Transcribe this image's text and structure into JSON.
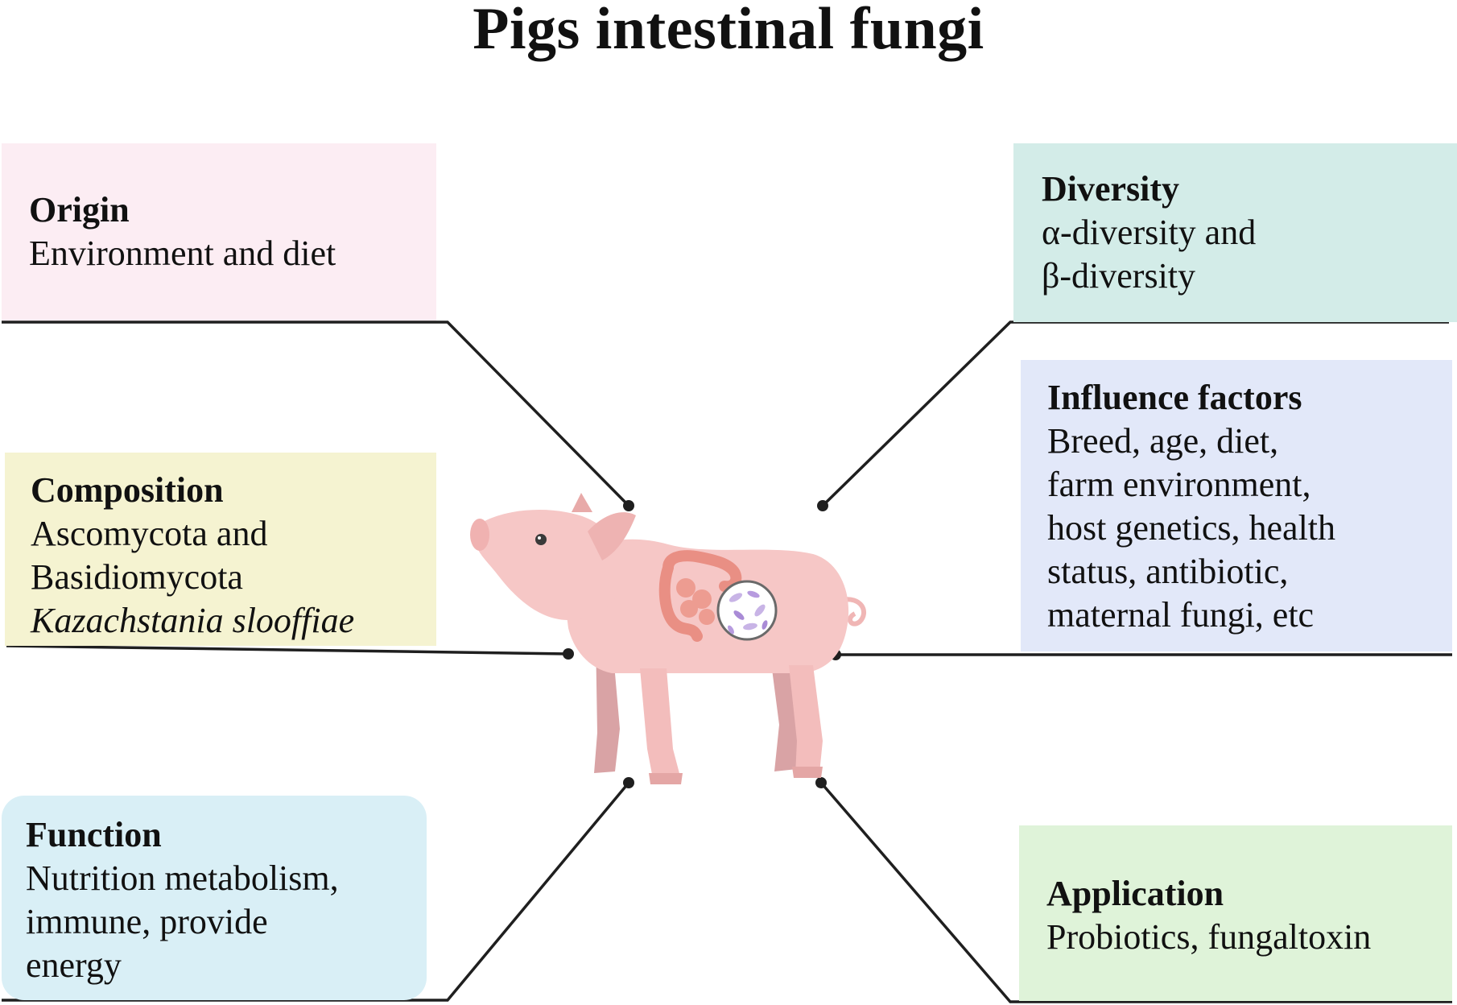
{
  "title": "Pigs intestinal fungi",
  "colors": {
    "origin": "#fcedf3",
    "composition": "#f5f3d1",
    "function": "#d9eff6",
    "diversity": "#d3ece8",
    "influence": "#e2e8f9",
    "application": "#dff3d9",
    "connector": "#1f1f1f",
    "pig_body": "#f6c7c6",
    "pig_shadow": "#d9a3a5",
    "intestine": "#e98f84"
  },
  "boxes": {
    "origin": {
      "heading": "Origin",
      "lines": [
        "Environment and diet"
      ]
    },
    "composition": {
      "heading": "Composition",
      "lines": [
        "Ascomycota and",
        "Basidiomycota"
      ],
      "italic_line": "Kazachstania slooffiae"
    },
    "function": {
      "heading": "Function",
      "lines": [
        "Nutrition metabolism,",
        "immune, provide",
        "energy"
      ]
    },
    "diversity": {
      "heading": "Diversity",
      "lines": [
        "α-diversity and",
        "β-diversity"
      ]
    },
    "influence": {
      "heading": "Influence factors",
      "lines": [
        "Breed, age, diet,",
        "farm environment,",
        "host genetics, health",
        "status, antibiotic,",
        "maternal fungi, etc"
      ]
    },
    "application": {
      "heading": "Application",
      "lines": [
        "Probiotics, fungaltoxin"
      ]
    }
  },
  "icons": {
    "center": "pig-icon",
    "magnifier": "microbe-magnifier-icon",
    "intestine": "intestine-icon"
  }
}
